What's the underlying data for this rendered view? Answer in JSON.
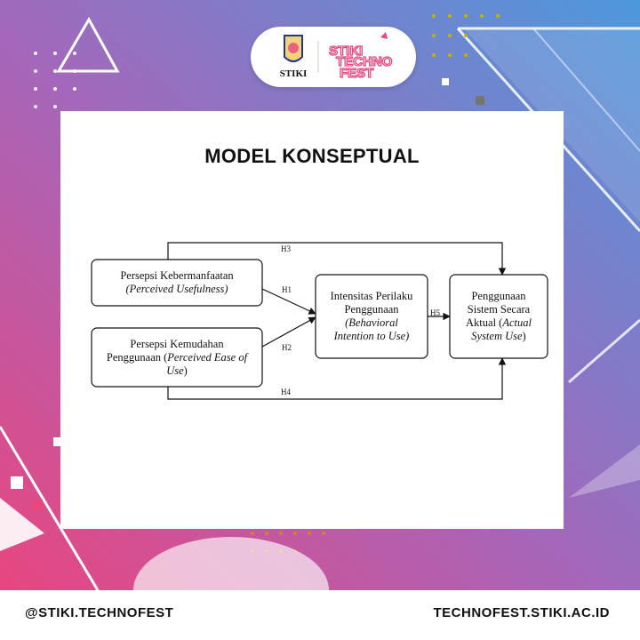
{
  "logos": {
    "left_logo_text": "STIKI",
    "right_logo_text": [
      "STIKI",
      "TECHNO",
      "FEST"
    ]
  },
  "card": {
    "title": "MODEL KONSEPTUAL"
  },
  "diagram": {
    "nodes": {
      "usefulness": {
        "text": "Persepsi Kebermanfaatan",
        "italic": "(Perceived Usefulness)"
      },
      "ease": {
        "text": "Persepsi Kemudahan Penggunaan (",
        "italic": "Perceived Ease of Use",
        "suffix": ")"
      },
      "intention": {
        "text": "Intensitas Perilaku Penggunaan",
        "italic": "(Behavioral Intention to Use)"
      },
      "actual": {
        "text": "Penggunaan Sistem Secara Aktual (",
        "italic": "Actual System Use",
        "suffix": ")"
      }
    },
    "edges": {
      "h1": "H1",
      "h2": "H2",
      "h3": "H3",
      "h4": "H4",
      "h5": "H5"
    }
  },
  "footer": {
    "left": "@STIKI.TECHNOFEST",
    "right": "TECHNOFEST.STIKI.AC.ID"
  },
  "colors": {
    "bg_left": "#d94f8a",
    "bg_right": "#5b8fd6",
    "accent_dots": "#c8b200"
  }
}
